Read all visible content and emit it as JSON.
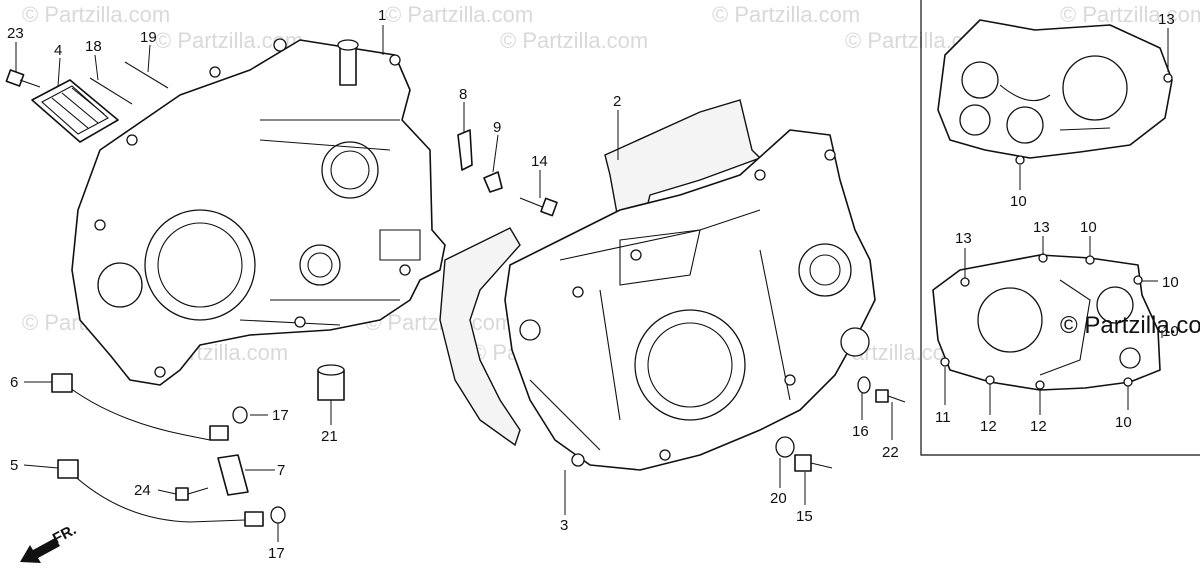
{
  "watermarks": {
    "light": "© Partzilla.com",
    "strong": "© Partzilla.com"
  },
  "direction_label": "FR.",
  "callouts": [
    {
      "id": "c23",
      "text": "23"
    },
    {
      "id": "c4",
      "text": "4"
    },
    {
      "id": "c18",
      "text": "18"
    },
    {
      "id": "c19",
      "text": "19"
    },
    {
      "id": "c1",
      "text": "1"
    },
    {
      "id": "c8",
      "text": "8"
    },
    {
      "id": "c9",
      "text": "9"
    },
    {
      "id": "c2",
      "text": "2"
    },
    {
      "id": "c14",
      "text": "14"
    },
    {
      "id": "c6",
      "text": "6"
    },
    {
      "id": "c17a",
      "text": "17"
    },
    {
      "id": "c21",
      "text": "21"
    },
    {
      "id": "c5",
      "text": "5"
    },
    {
      "id": "c7",
      "text": "7"
    },
    {
      "id": "c24",
      "text": "24"
    },
    {
      "id": "c17b",
      "text": "17"
    },
    {
      "id": "c3",
      "text": "3"
    },
    {
      "id": "c20",
      "text": "20"
    },
    {
      "id": "c15",
      "text": "15"
    },
    {
      "id": "c16",
      "text": "16"
    },
    {
      "id": "c22",
      "text": "22"
    },
    {
      "id": "c13a",
      "text": "13"
    },
    {
      "id": "c10a",
      "text": "10"
    },
    {
      "id": "c13b",
      "text": "13"
    },
    {
      "id": "c13c",
      "text": "13"
    },
    {
      "id": "c10b",
      "text": "10"
    },
    {
      "id": "c10c",
      "text": "10"
    },
    {
      "id": "c10d",
      "text": "10"
    },
    {
      "id": "c11",
      "text": "11"
    },
    {
      "id": "c12a",
      "text": "12"
    },
    {
      "id": "c12b",
      "text": "12"
    },
    {
      "id": "c10e",
      "text": "10"
    }
  ]
}
